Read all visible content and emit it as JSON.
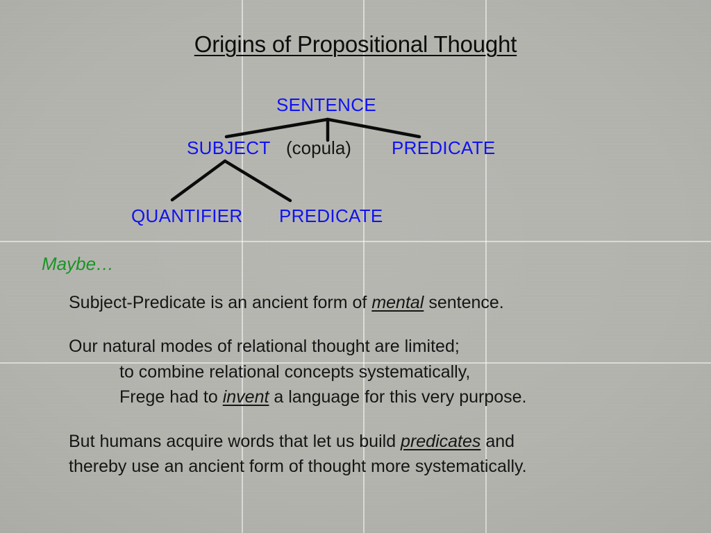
{
  "slide": {
    "background_color": "#b5b5b0",
    "title": "Origins of Propositional Thought"
  },
  "colors": {
    "node_blue": "#1012f2",
    "maybe_green": "#1a9426",
    "text_black": "#151515",
    "branch_black": "#0b0b0b",
    "background": "#b5b5b0"
  },
  "tree": {
    "nodes": {
      "sentence": "SENTENCE",
      "subject": "SUBJECT",
      "copula": "(copula)",
      "predicate_top": "PREDICATE",
      "quantifier": "QUANTIFIER",
      "predicate_bottom": "PREDICATE"
    }
  },
  "body": {
    "maybe": "Maybe…",
    "p1": {
      "before": "Subject-Predicate is an ancient form of ",
      "emph": "mental",
      "after": " sentence."
    },
    "p2_line1": "Our natural modes of relational thought are limited;",
    "p2_line2": "to combine relational concepts systematically,",
    "p2_line3": {
      "before": "Frege had to ",
      "emph": "invent",
      "after": " a language for this very purpose."
    },
    "p3_line1": {
      "before": "But humans acquire words that let us build ",
      "emph": "predicates",
      "after": " and"
    },
    "p3_line2": "thereby use an ancient form of thought more systematically."
  }
}
